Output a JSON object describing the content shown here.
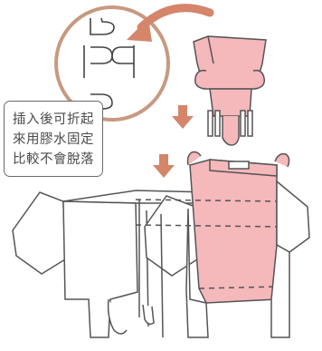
{
  "instruction_note": {
    "lines": [
      "插入後可折起",
      "來用膠水固定",
      "比較不會脫落"
    ]
  },
  "colors": {
    "piece_fill": "#f5b8bb",
    "outline": "#555555",
    "accent_arrow": "#d4856a",
    "zoom_circle": "#c79a80",
    "down_arrow": "#d4856a"
  },
  "icons": {
    "curved_arrow": "curved-arrow-icon",
    "down_arrow": "down-arrow-icon"
  }
}
